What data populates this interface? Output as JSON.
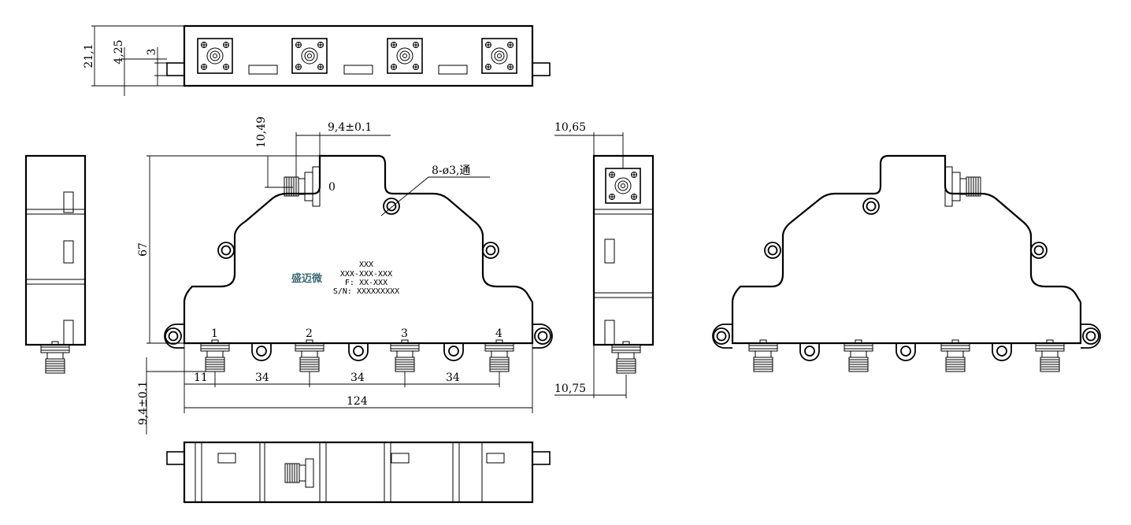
{
  "colors": {
    "line": "#000000",
    "background": "#ffffff",
    "brand": "#3c6e78"
  },
  "top_view_dims": {
    "height": "21,1",
    "flange": "4,25",
    "lip": "3"
  },
  "front_view": {
    "dims": {
      "height": "67",
      "input_offset": "10,49",
      "input_length": "9,4±0.1",
      "mount_holes": "8-ø3,通",
      "first_port": "11",
      "pitch_1": "34",
      "pitch_2": "34",
      "pitch_3": "34",
      "width": "124",
      "output_length": "9,4±0.1"
    },
    "port_labels": [
      "0",
      "1",
      "2",
      "3",
      "4"
    ],
    "label_block": {
      "logo": "盛迈微",
      "line1": "XXX",
      "line2": "XXX-XXX-XXX",
      "line3": "F: XX-XXX",
      "line4": "S/N: XXXXXXXXX"
    }
  },
  "side_view_dims": {
    "top": "10,65",
    "bottom": "10,75"
  }
}
